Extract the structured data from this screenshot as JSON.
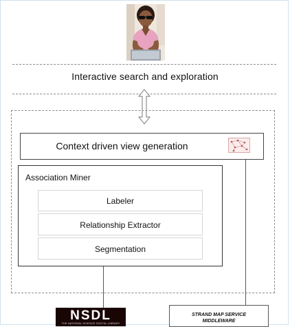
{
  "diagram": {
    "top_layer": {
      "label": "Interactive search and exploration"
    },
    "context_box": {
      "label": "Context driven view generation"
    },
    "association_miner": {
      "title": "Association Miner",
      "components": [
        "Labeler",
        "Relationship Extractor",
        "Segmentation"
      ]
    },
    "data_sources": {
      "nsdl": {
        "logo_text": "NSDL",
        "subtitle": "THE NATIONAL SCIENCE DIGITAL LIBRARY"
      },
      "strand": {
        "line1": "STRAND MAP SERVICE",
        "line2": "MIDDLEWARE"
      }
    }
  },
  "colors": {
    "frame_border": "#cfe1ee",
    "dashed_line": "#8a8a8a",
    "nsdl_bg": "#1a0505",
    "nsdl_red": "#d01818"
  },
  "icons": [
    "user-photo",
    "double-arrow-icon",
    "network-thumbnail-icon"
  ]
}
